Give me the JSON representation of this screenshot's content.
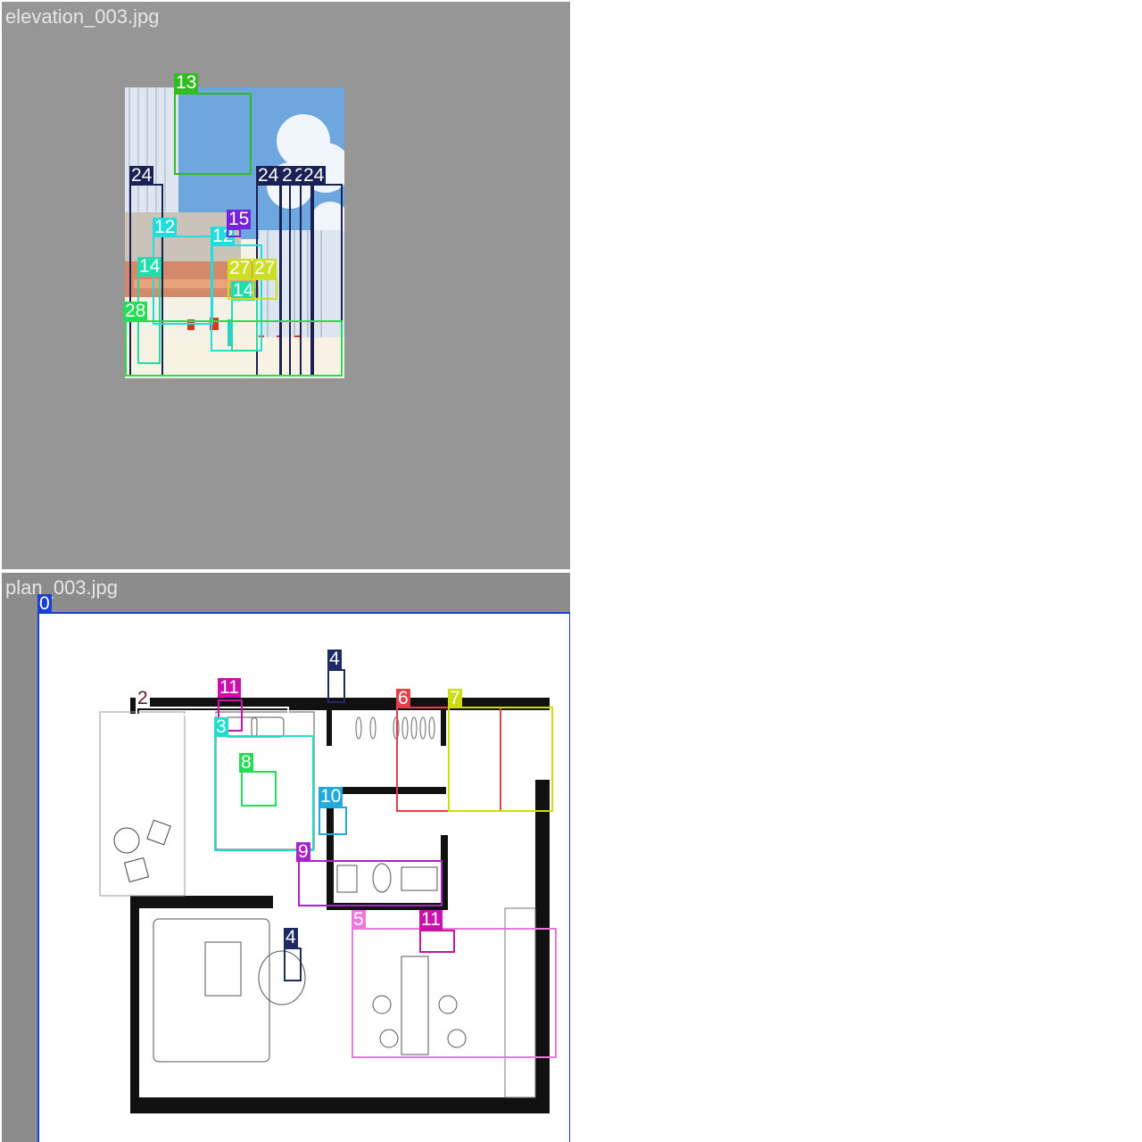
{
  "panels": {
    "top": {
      "filename": "elevation_003.jpg"
    },
    "bottom": {
      "filename": "plan_003.jpg"
    }
  },
  "colors": {
    "panel_bg": "#969696",
    "class_0": "#1a3fd6",
    "class_2": "#5a1a1a",
    "class_4": "#1e2a66",
    "class_5": "#ee77dd",
    "class_6": "#e0404a",
    "class_7": "#ccdd11",
    "class_8": "#22dd55",
    "class_9": "#aa22cc",
    "class_10": "#22aadd",
    "class_11": "#cc11aa",
    "class_12": "#22dddd",
    "class_13": "#33bb22",
    "class_14": "#22ddaa",
    "class_15": "#7722dd",
    "class_24": "#1a2255",
    "class_27": "#ccdd22",
    "class_28": "#22dd55"
  },
  "elevation_detections": [
    {
      "label": "13",
      "color": "#33bb22"
    },
    {
      "label": "24",
      "color": "#1a2255"
    },
    {
      "label": "24",
      "color": "#1a2255"
    },
    {
      "label": "24",
      "color": "#1a2255"
    },
    {
      "label": "24",
      "color": "#1a2255"
    },
    {
      "label": "24",
      "color": "#1a2255"
    },
    {
      "label": "12",
      "color": "#22dddd"
    },
    {
      "label": "12",
      "color": "#22dddd"
    },
    {
      "label": "15",
      "color": "#7722dd"
    },
    {
      "label": "14",
      "color": "#22ddaa"
    },
    {
      "label": "14",
      "color": "#22ddaa"
    },
    {
      "label": "27",
      "color": "#ccdd22"
    },
    {
      "label": "27",
      "color": "#ccdd22"
    },
    {
      "label": "28",
      "color": "#22dd55"
    }
  ],
  "plan_detections": [
    {
      "label": "0",
      "color": "#1a3fd6"
    },
    {
      "label": "2",
      "color": "#5a1a1a"
    },
    {
      "label": "11",
      "color": "#cc11aa"
    },
    {
      "label": "4",
      "color": "#1e2a66"
    },
    {
      "label": "6",
      "color": "#e0404a"
    },
    {
      "label": "7",
      "color": "#ccdd11"
    },
    {
      "label": "3",
      "color": "#22ddcc"
    },
    {
      "label": "8",
      "color": "#22dd55"
    },
    {
      "label": "10",
      "color": "#22aadd"
    },
    {
      "label": "9",
      "color": "#aa22cc"
    },
    {
      "label": "4",
      "color": "#1e2a66"
    },
    {
      "label": "5",
      "color": "#ee77dd"
    },
    {
      "label": "11",
      "color": "#cc11aa"
    }
  ]
}
